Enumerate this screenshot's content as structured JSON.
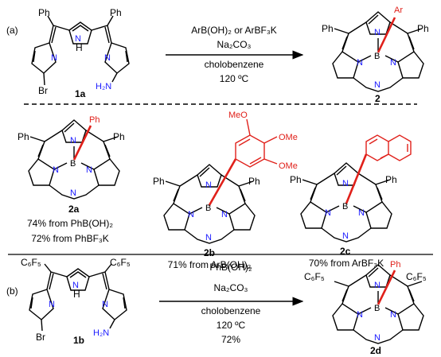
{
  "section_a": {
    "label": "(a)",
    "reagents": [
      "ArB(OH)₂ or ArBF₃K",
      "Na₂CO₃",
      "cholobenzene",
      "120 ºC"
    ],
    "start_compound": "1a",
    "product_compound": "2",
    "substituents": {
      "ph": "Ph",
      "br": "Br",
      "nh2": "H₂N",
      "ar": "Ar",
      "nh": "NH",
      "h": "H"
    }
  },
  "products": [
    {
      "id": "2a",
      "aryl": "Ph",
      "yields": [
        "74% from PhB(OH)₂",
        "72% from PhBF₃K"
      ]
    },
    {
      "id": "2b",
      "aryl_groups": [
        "MeO",
        "OMe",
        "OMe"
      ],
      "yields": [
        "71% from ArB(OH)₂"
      ]
    },
    {
      "id": "2c",
      "yields": [
        "70% from ArBF₃K"
      ]
    }
  ],
  "section_b": {
    "label": "(b)",
    "reagents": [
      "PhB(OH)₂",
      "Na₂CO₃",
      "cholobenzene",
      "120 ºC",
      "72%"
    ],
    "start_compound": "1b",
    "product_compound": "2d",
    "substituents": {
      "c6f5": "C₆F₅",
      "br": "Br",
      "nh2": "H₂N",
      "ph": "Ph",
      "h": "H"
    }
  },
  "atoms": {
    "N": "N",
    "B": "B"
  },
  "colors": {
    "nitrogen": "#1a1aff",
    "highlight": "#e0201a",
    "bond": "#000000"
  }
}
